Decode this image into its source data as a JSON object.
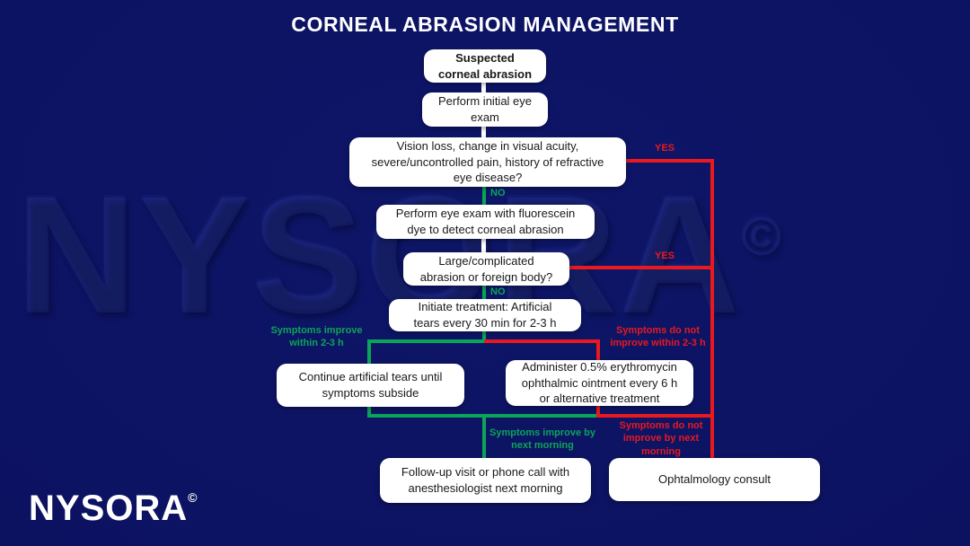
{
  "title": "CORNEAL ABRASION MANAGEMENT",
  "watermark": {
    "text": "NYSORA",
    "mark": "©"
  },
  "logo": {
    "text": "NYSORA",
    "mark": "©"
  },
  "colors": {
    "background": "#0C1260",
    "box_background": "#FFFFFF",
    "box_text": "#191919",
    "yes_red": "#E8191F",
    "no_green": "#0AA558",
    "title_white": "#FFFFFF"
  },
  "flowchart": {
    "nodes": [
      {
        "id": "suspected",
        "text": "Suspected\ncorneal abrasion"
      },
      {
        "id": "initial_exam",
        "text": "Perform initial eye\nexam"
      },
      {
        "id": "vision_loss_question",
        "text": "Vision loss, change in visual acuity,\nsevere/uncontrolled pain, history of refractive\neye disease?"
      },
      {
        "id": "fluorescein_exam",
        "text": "Perform eye exam with fluorescein\ndye to detect corneal abrasion"
      },
      {
        "id": "large_complicated_question",
        "text": "Large/complicated\nabrasion or foreign body?"
      },
      {
        "id": "initiate_treatment",
        "text": "Initiate treatment: Artificial\ntears every 30 min for 2-3 h"
      },
      {
        "id": "continue_tears",
        "text": "Continue artificial tears until\nsymptoms subside"
      },
      {
        "id": "administer_erythromycin",
        "text": "Administer 0.5% erythromycin\nophthalmic ointment every 6 h\nor alternative treatment"
      },
      {
        "id": "follow_up",
        "text": "Follow-up visit or phone call with\nanesthesiologist next morning"
      },
      {
        "id": "ophthalmology_consult",
        "text": "Ophtalmology consult"
      }
    ],
    "edge_labels": {
      "yes1": "YES",
      "yes2": "YES",
      "no1": "NO",
      "no2": "NO",
      "improve_2_3": "Symptoms improve\nwithin 2-3 h",
      "not_improve_2_3": "Symptoms do not\nimprove within 2-3 h",
      "improve_morning": "Symptoms improve by\nnext morning",
      "not_improve_morning": "Symptoms do not\nimprove by next\nmorning"
    }
  }
}
